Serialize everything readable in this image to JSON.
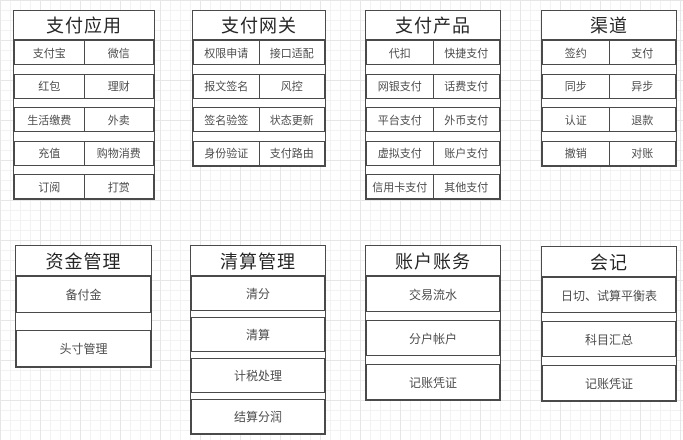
{
  "canvas": {
    "background": "#ffffff",
    "grid_minor_color": "#f2f2f2",
    "grid_major_color": "#e6e6e6",
    "shape_border_color": "#4a4a4a",
    "shape_fill_color": "#ffffff",
    "header_text_color": "#262626",
    "cell_text_color": "#4d4d4d"
  },
  "groups": [
    {
      "id": "payment-apps",
      "title": "支付应用",
      "rows": [
        [
          "支付宝",
          "微信"
        ],
        [
          "红包",
          "理财"
        ],
        [
          "生活缴费",
          "外卖"
        ],
        [
          "充值",
          "购物消费"
        ],
        [
          "订阅",
          "打赏"
        ]
      ]
    },
    {
      "id": "payment-gateway",
      "title": "支付网关",
      "rows": [
        [
          "权限申请",
          "接口适配"
        ],
        [
          "报文签名",
          "风控"
        ],
        [
          "签名验签",
          "状态更新"
        ],
        [
          "身份验证",
          "支付路由"
        ]
      ]
    },
    {
      "id": "payment-products",
      "title": "支付产品",
      "rows": [
        [
          "代扣",
          "快捷支付"
        ],
        [
          "网银支付",
          "话费支付"
        ],
        [
          "平台支付",
          "外币支付"
        ],
        [
          "虚拟支付",
          "账户支付"
        ],
        [
          "信用卡支付",
          "其他支付"
        ]
      ]
    },
    {
      "id": "channels",
      "title": "渠道",
      "rows": [
        [
          "签约",
          "支付"
        ],
        [
          "同步",
          "异步"
        ],
        [
          "认证",
          "退款"
        ],
        [
          "撤销",
          "对账"
        ]
      ]
    },
    {
      "id": "fund-management",
      "title": "资金管理",
      "rows": [
        [
          "备付金"
        ],
        [
          "头寸管理"
        ]
      ]
    },
    {
      "id": "clearing-management",
      "title": "清算管理",
      "rows": [
        [
          "清分"
        ],
        [
          "清算"
        ],
        [
          "计税处理"
        ],
        [
          "结算分润"
        ]
      ]
    },
    {
      "id": "account-ledger",
      "title": "账户账务",
      "rows": [
        [
          "交易流水"
        ],
        [
          "分户帐户"
        ],
        [
          "记账凭证"
        ]
      ]
    },
    {
      "id": "accounting",
      "title": "会记",
      "rows": [
        [
          "日切、试算平衡表"
        ],
        [
          "科目汇总"
        ],
        [
          "记账凭证"
        ]
      ]
    }
  ]
}
